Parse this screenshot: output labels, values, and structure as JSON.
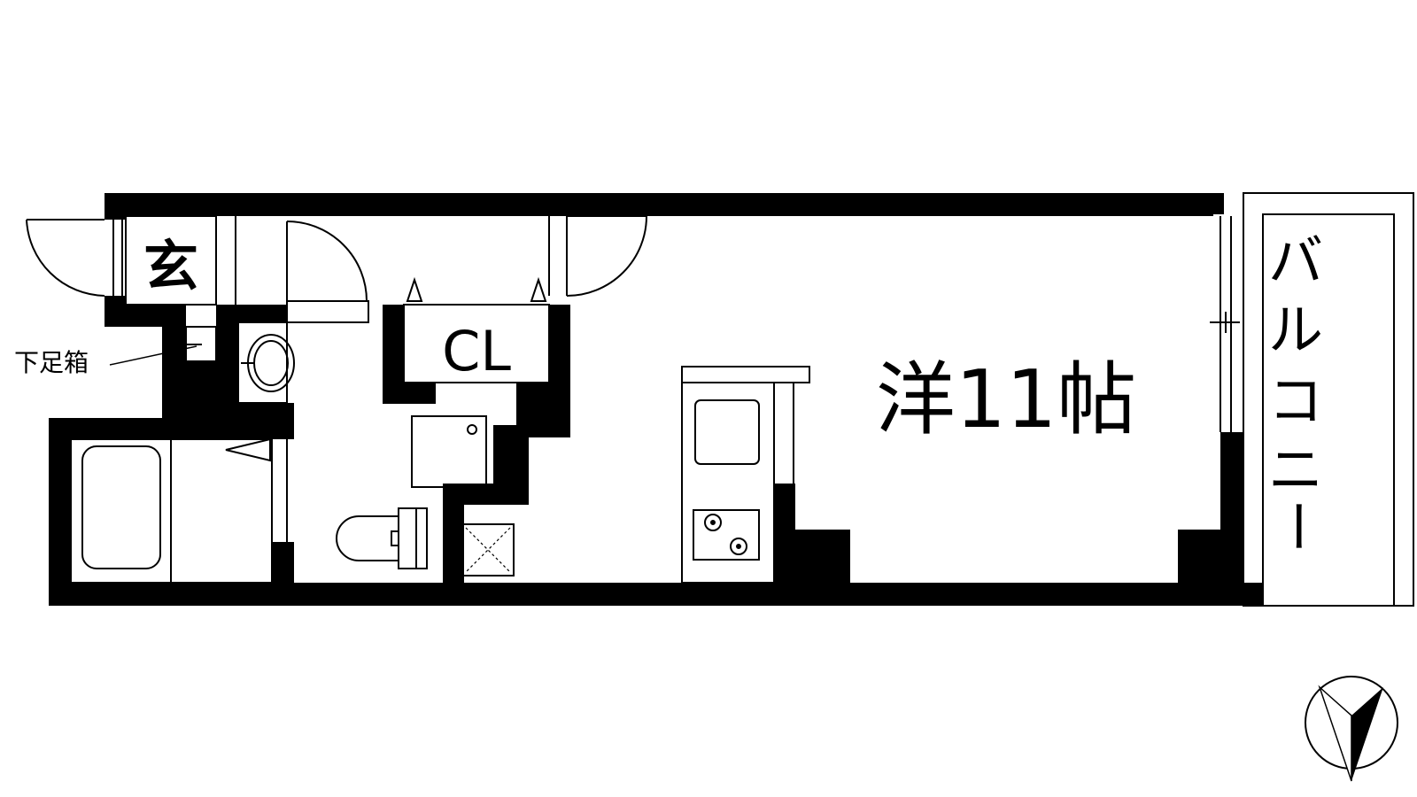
{
  "labels": {
    "entrance": "玄",
    "shoe_box": "下足箱",
    "closet": "CL",
    "room": "洋11帖",
    "balcony_chars": [
      "バ",
      "ル",
      "コ",
      "ニ",
      "ー"
    ]
  },
  "colors": {
    "wall": "#000000",
    "line": "#000000",
    "background": "#ffffff"
  },
  "icons": [
    "compass-north-icon",
    "toilet-icon",
    "washbasin-icon",
    "bathtub-icon",
    "stove-burner-icon",
    "washer-pan-icon",
    "drain-icon"
  ]
}
